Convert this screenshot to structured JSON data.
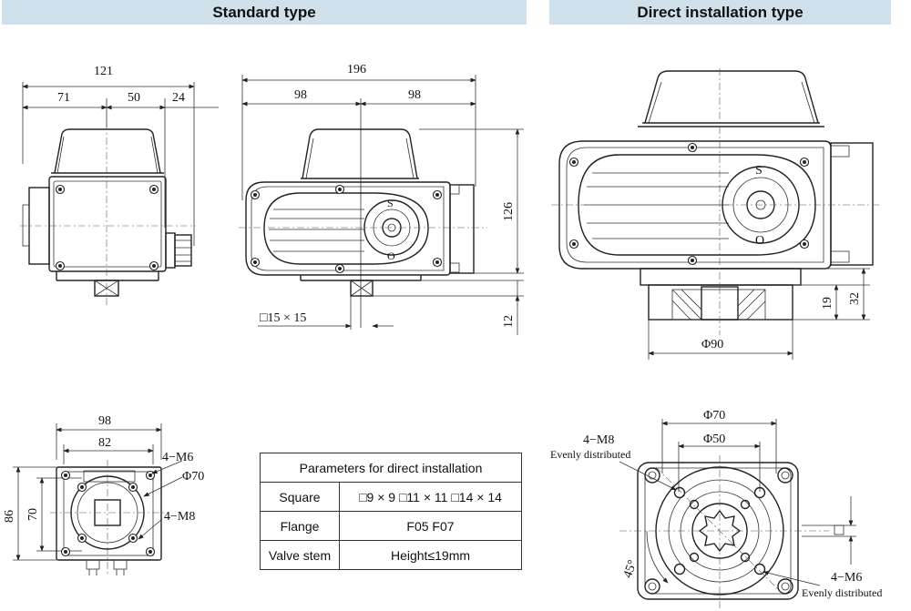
{
  "headers": {
    "standard": "Standard type",
    "direct": "Direct installation type"
  },
  "standard_side": {
    "dim_total": "121",
    "dim_a": "71",
    "dim_b": "50",
    "dim_c": "24"
  },
  "standard_front": {
    "dim_total": "196",
    "dim_left": "98",
    "dim_right": "98",
    "dim_height": "126",
    "dim_stem": "12",
    "square": "□15 × 15",
    "mark_s": "S",
    "mark_o": "O"
  },
  "direct_front": {
    "dim_19": "19",
    "dim_32": "32",
    "dim_phi90": "Φ90",
    "mark_s": "S",
    "mark_o": "O"
  },
  "bottom_left": {
    "dim_98": "98",
    "dim_82": "82",
    "dim_86": "86",
    "dim_70": "70",
    "label_m6": "4−M6",
    "label_phi70": "Φ70",
    "label_m8": "4−M8"
  },
  "params_table": {
    "title": "Parameters for direct installation",
    "rows": [
      {
        "name": "Square",
        "value": "□9 × 9 □11 × 11 □14 × 14"
      },
      {
        "name": "Flange",
        "value": "F05   F07"
      },
      {
        "name": "Valve stem",
        "value": "Height≤19mm"
      }
    ]
  },
  "bottom_right": {
    "dim_phi70": "Φ70",
    "dim_phi50": "Φ50",
    "label_m8": "4−M8",
    "label_m8_note": "Evenly distributed",
    "label_m6": "4−M6",
    "label_m6_note": "Evenly distributed",
    "angle": "45°"
  }
}
